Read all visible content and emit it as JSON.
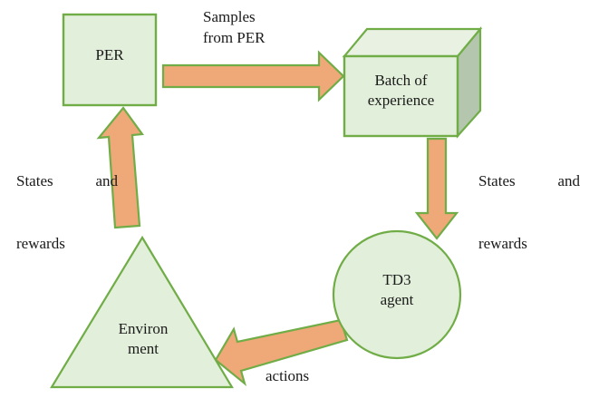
{
  "diagram": {
    "title": "TD3 agent with PER reinforcement learning loop",
    "colors": {
      "node_fill": "#E2EFDA",
      "node_stroke": "#70AD47",
      "cube_top_fill": "#E8F1E2",
      "cube_side_fill": "#B4C7AE",
      "arrow_fill": "#EFA878",
      "arrow_stroke": "#70AD47",
      "text": "#1A1A1A",
      "background": "#FFFFFF"
    },
    "nodes": [
      {
        "id": "per",
        "shape": "rectangle",
        "label": "PER"
      },
      {
        "id": "batch",
        "shape": "cube",
        "label": "Batch of\nexperience"
      },
      {
        "id": "agent",
        "shape": "circle",
        "label": "TD3\nagent"
      },
      {
        "id": "env",
        "shape": "triangle",
        "label": "Environ\nment"
      }
    ],
    "edges": [
      {
        "id": "per-to-batch",
        "from": "per",
        "to": "batch",
        "label_line1": "Samples",
        "label_line2": "from PER",
        "direction": "right"
      },
      {
        "id": "batch-to-agent",
        "from": "batch",
        "to": "agent",
        "label_line1": "States   and",
        "label_line2": "rewards",
        "direction": "down"
      },
      {
        "id": "agent-to-env",
        "from": "agent",
        "to": "env",
        "label_line1": "actions",
        "label_line2": "",
        "direction": "diagonal-left"
      },
      {
        "id": "env-to-per",
        "from": "env",
        "to": "per",
        "label_line1": "States   and",
        "label_line2": "rewards",
        "direction": "up"
      }
    ],
    "labels": {
      "per": "PER",
      "batch": "Batch of\nexperience",
      "agent": "TD3\nagent",
      "environment": "Environ\nment",
      "samples_from_per": "Samples\nfrom PER",
      "states_and_rewards_left_l1": "States and",
      "states_and_rewards_left_l2": "rewards",
      "states_and_rewards_right_l1": "States and",
      "states_and_rewards_right_l2": "rewards",
      "actions": "actions"
    }
  }
}
